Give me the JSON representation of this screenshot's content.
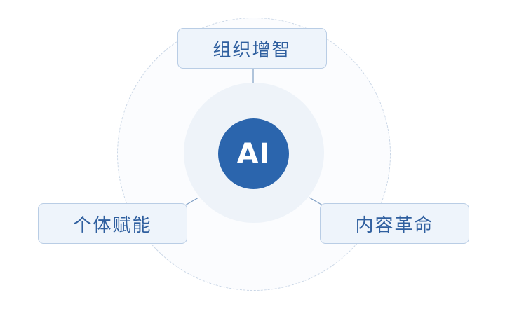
{
  "diagram": {
    "core_label": "AI",
    "nodes": [
      {
        "id": "top",
        "label": "组织增智"
      },
      {
        "id": "left",
        "label": "个体赋能"
      },
      {
        "id": "right",
        "label": "内容革命"
      }
    ]
  },
  "colors": {
    "core": "#2b65ad",
    "node_text": "#2f5f9f",
    "node_fill": "#eef4fb",
    "node_border": "#b9cde5",
    "inner_disc": "#eef3f9",
    "outer_ring": "#c9d6e6"
  }
}
